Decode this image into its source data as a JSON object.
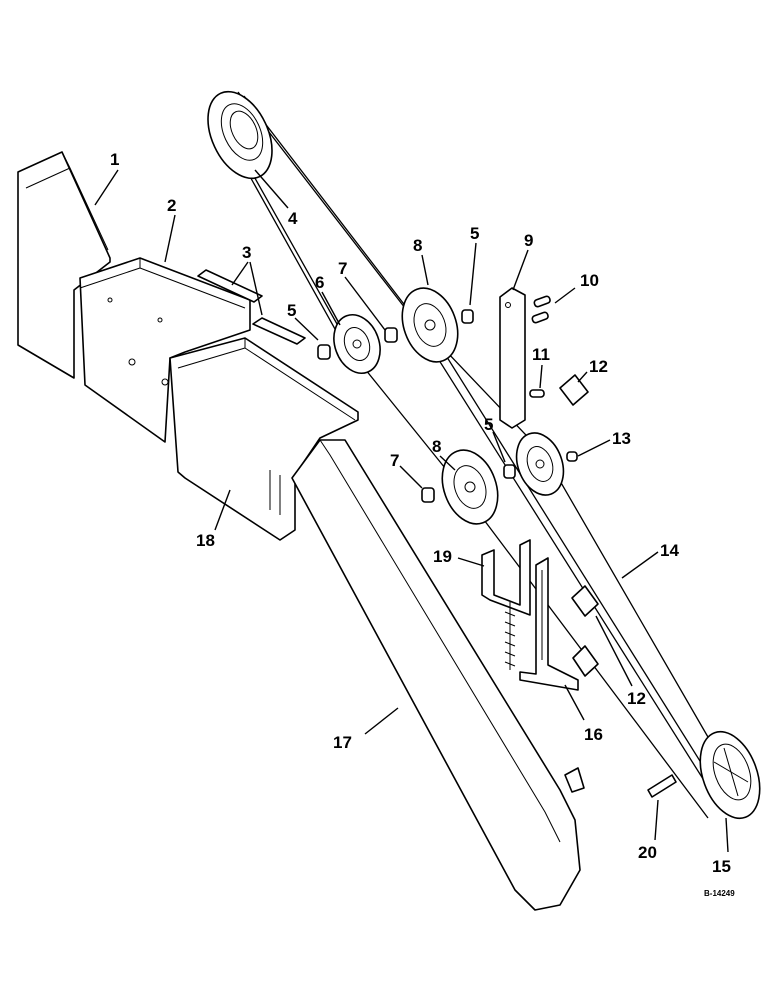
{
  "diagram": {
    "callouts": [
      "1",
      "2",
      "3",
      "4",
      "5",
      "6",
      "7",
      "8",
      "9",
      "10",
      "11",
      "12",
      "13",
      "14",
      "15",
      "16",
      "17",
      "18",
      "19",
      "20"
    ],
    "reference_code": "B-14249"
  }
}
